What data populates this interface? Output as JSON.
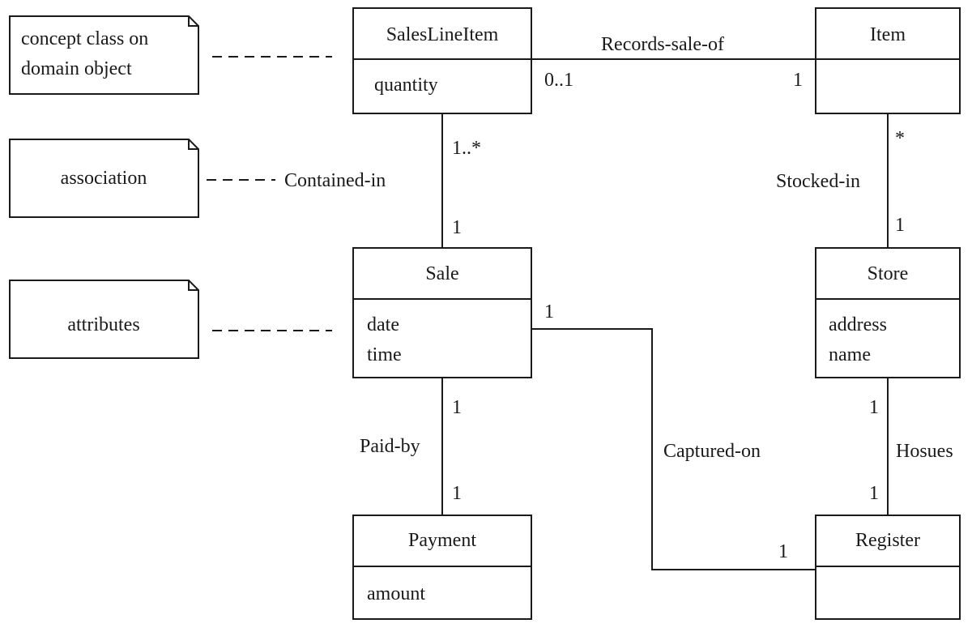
{
  "notes": {
    "concept_class": {
      "line1": "concept class on",
      "line2": "domain object"
    },
    "association": {
      "text": "association"
    },
    "attributes": {
      "text": "attributes"
    }
  },
  "classes": {
    "sales_line_item": {
      "name": "SalesLineItem",
      "attrs": [
        "quantity"
      ]
    },
    "item": {
      "name": "Item",
      "attrs": []
    },
    "sale": {
      "name": "Sale",
      "attrs": [
        "date",
        "time"
      ]
    },
    "store": {
      "name": "Store",
      "attrs": [
        "address",
        "name"
      ]
    },
    "payment": {
      "name": "Payment",
      "attrs": [
        "amount"
      ]
    },
    "register": {
      "name": "Register",
      "attrs": []
    }
  },
  "associations": {
    "records_sale_of": {
      "label": "Records-sale-of",
      "mult_a": "0..1",
      "mult_b": "1"
    },
    "contained_in": {
      "label": "Contained-in",
      "mult_a": "1..*",
      "mult_b": "1"
    },
    "stocked_in": {
      "label": "Stocked-in",
      "mult_a": "*",
      "mult_b": "1"
    },
    "paid_by": {
      "label": "Paid-by",
      "mult_a": "1",
      "mult_b": "1"
    },
    "captured_on": {
      "label": "Captured-on",
      "mult_a": "1",
      "mult_b": "1"
    },
    "hosues": {
      "label": "Hosues",
      "mult_a": "1",
      "mult_b": "1"
    }
  }
}
